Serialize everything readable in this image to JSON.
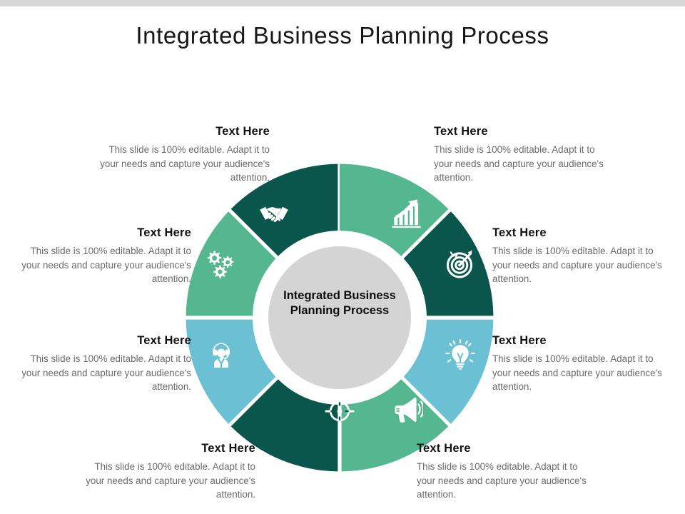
{
  "slide": {
    "title": "Integrated Business Planning Process",
    "background_color": "#ffffff",
    "top_bar_color": "#d7d7d7"
  },
  "hub": {
    "line1": "Integrated Business",
    "line2": "Planning Process",
    "fill_color": "#d4d4d4",
    "ring_color": "#ffffff"
  },
  "palette": {
    "dark_teal": "#0b564c",
    "medium_green": "#54b78f",
    "light_blue": "#6cc0d3",
    "white_gap": "#ffffff",
    "heading_text": "#111111",
    "body_text": "#6b6b6b",
    "title_text": "#171717"
  },
  "wheel": {
    "segment_count": 8,
    "segments": [
      {
        "position": "top-right",
        "icon": "growth-bar-chart-icon",
        "color": "#54b78f",
        "start_angle": 0,
        "end_angle": 45
      },
      {
        "position": "right-upper",
        "icon": "target-dartboard-icon",
        "color": "#0b564c",
        "start_angle": 45,
        "end_angle": 90
      },
      {
        "position": "right-lower",
        "icon": "lightbulb-icon",
        "color": "#6cc0d3",
        "start_angle": 90,
        "end_angle": 135
      },
      {
        "position": "bottom-right",
        "icon": "megaphone-icon",
        "color": "#54b78f",
        "start_angle": 135,
        "end_angle": 180
      },
      {
        "position": "bottom-left",
        "icon": "crosshair-target-icon",
        "color": "#0b564c",
        "start_angle": 180,
        "end_angle": 225
      },
      {
        "position": "left-lower",
        "icon": "support-agent-icon",
        "color": "#6cc0d3",
        "start_angle": 225,
        "end_angle": 270
      },
      {
        "position": "left-upper",
        "icon": "gears-icon",
        "color": "#54b78f",
        "start_angle": 270,
        "end_angle": 315
      },
      {
        "position": "top-left",
        "icon": "handshake-icon",
        "color": "#0b564c",
        "start_angle": 315,
        "end_angle": 360
      }
    ]
  },
  "callouts": [
    {
      "id": "callout-1",
      "align": "left",
      "heading": "Text Here",
      "body": "This slide is 100% editable. Adapt it to your needs and capture your audience's attention."
    },
    {
      "id": "callout-2",
      "align": "left",
      "heading": "Text Here",
      "body": "This slide is 100% editable. Adapt it to your needs and capture your audience's attention."
    },
    {
      "id": "callout-3",
      "align": "left",
      "heading": "Text Here",
      "body": "This slide is 100% editable. Adapt it to your needs and capture your audience's attention."
    },
    {
      "id": "callout-4",
      "align": "left",
      "heading": "Text Here",
      "body": "This slide is 100% editable. Adapt it to your needs and capture your audience's attention."
    },
    {
      "id": "callout-5",
      "align": "right",
      "heading": "Text Here",
      "body": "This slide is 100% editable. Adapt it to your needs and capture your audience's attention."
    },
    {
      "id": "callout-6",
      "align": "right",
      "heading": "Text Here",
      "body": "This slide is 100% editable. Adapt it to your needs and capture your audience's attention."
    },
    {
      "id": "callout-7",
      "align": "right",
      "heading": "Text Here",
      "body": "This slide is 100% editable. Adapt it to your needs and capture your audience's attention."
    },
    {
      "id": "callout-8",
      "align": "right",
      "heading": "Text Here",
      "body": "This slide is 100% editable. Adapt it to your needs and capture your audience's attention."
    }
  ]
}
